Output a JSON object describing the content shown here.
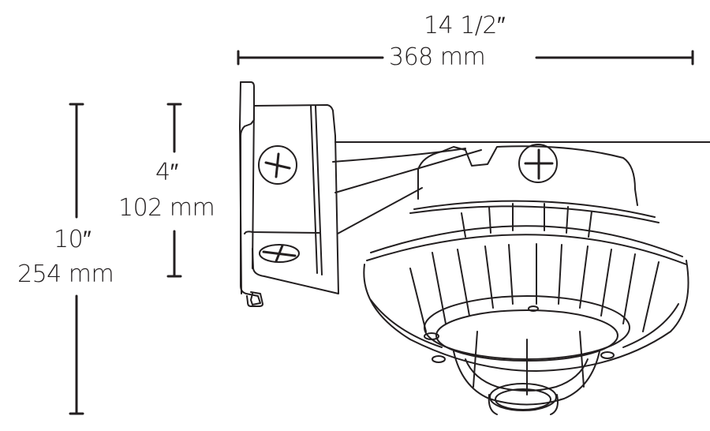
{
  "diagram": {
    "subject": "wall-mounted LED fixture with junction box bracket",
    "line_color": "#231f20",
    "background": "#ffffff",
    "dimensions": {
      "width": {
        "imperial": "14 1/2″",
        "metric": "368 mm"
      },
      "box_height": {
        "imperial": "4″",
        "metric": "102 mm"
      },
      "overall_height": {
        "imperial": "10″",
        "metric": "254 mm"
      }
    }
  }
}
